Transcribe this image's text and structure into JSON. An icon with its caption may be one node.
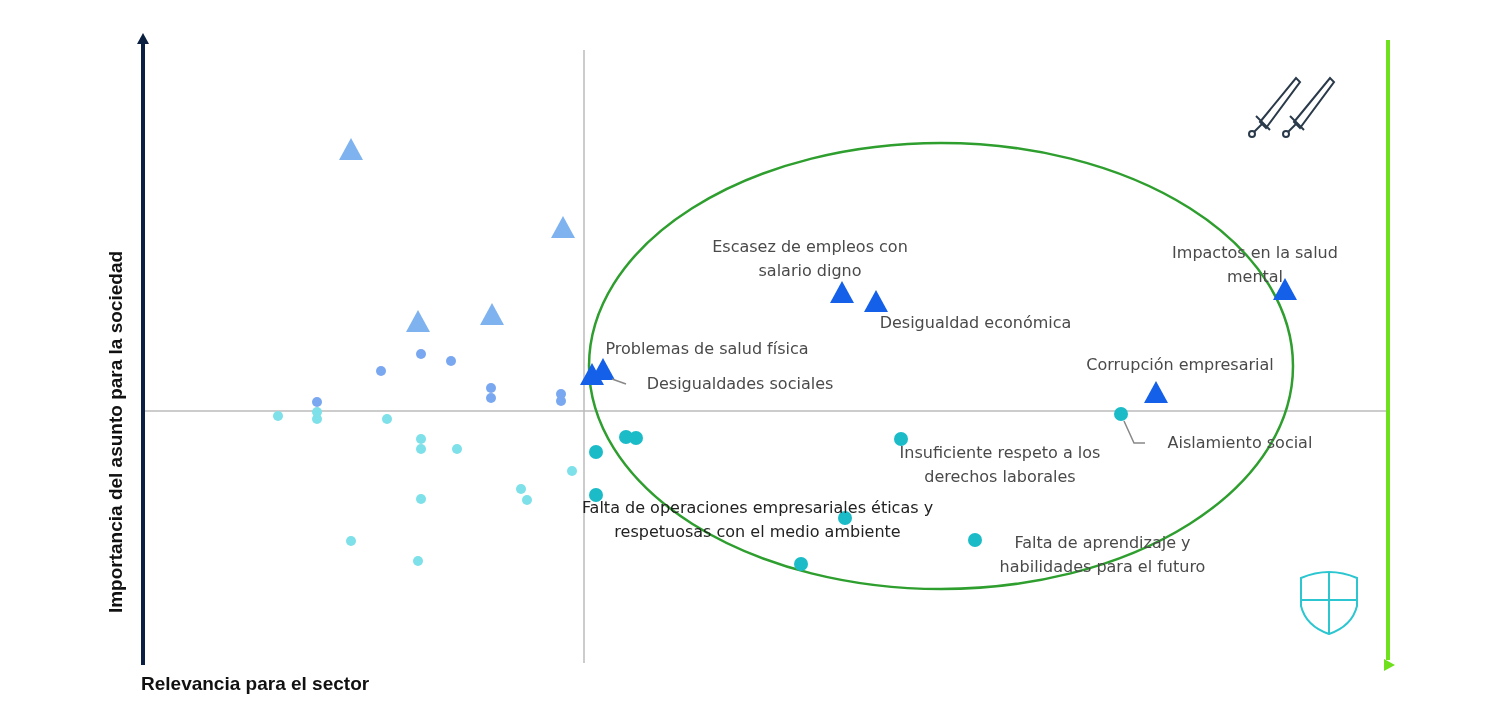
{
  "diagram": {
    "nodes": [
      {
        "text": [
          "Desigualdades sociales"
        ]
      },
      {
        "text": [],
        "shape": "triangle"
      },
      {
        "text": [
          "Aislamiento social"
        ]
      },
      {
        "text": [],
        "shape": "circle"
      },
      {
        "text": [],
        "shape": "triangle"
      },
      {
        "text": [],
        "shape": "triangle"
      },
      {
        "text": [],
        "shape": "triangle"
      },
      {
        "text": [],
        "shape": "triangle"
      }
    ],
    "edges": [
      {
        "from": 0,
        "to": 1,
        "arrow": "none"
      },
      {
        "from": 2,
        "to": 3,
        "arrow": "none"
      }
    ],
    "labels": [
      "Escasez de empleos con salario digno",
      "Impactos en la salud mental",
      "Desigualdad económica",
      "Problemas de salud física",
      "Corrupción empresarial",
      "Insuficiente respeto a los derechos laborales",
      "Falta de operaciones empresariales éticas y respetuosas con el medio ambiente",
      "Falta de aprendizaje y habilidades para el futuro",
      "Importancia del asunto para la sociedad",
      "Relevancia para el sector"
    ]
  }
}
